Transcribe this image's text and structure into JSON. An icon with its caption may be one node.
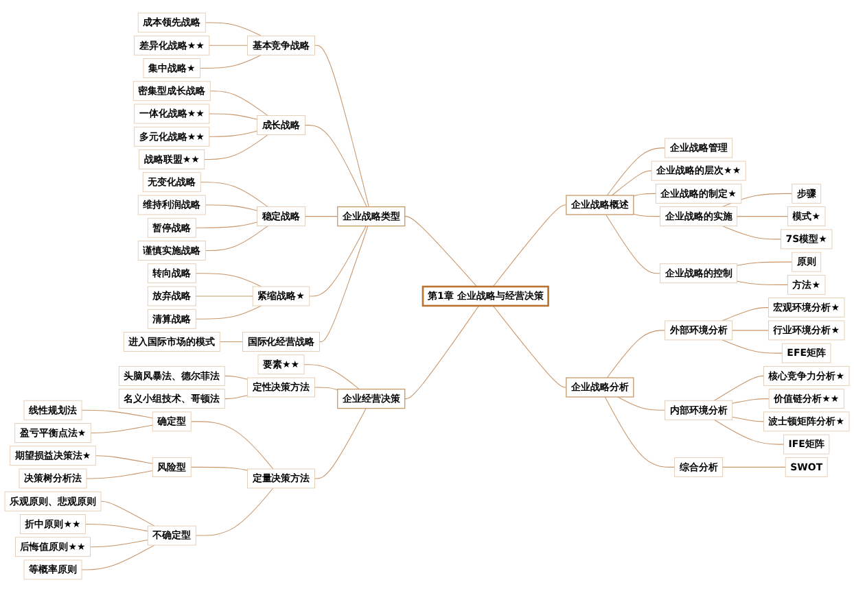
{
  "diagram": {
    "nodes": [
      {
        "text": [
          "第1章  企业战略与经营决策"
        ]
      },
      {
        "text": [
          "企业战略类型"
        ]
      },
      {
        "text": [
          "基本竞争战略"
        ]
      },
      {
        "text": [
          "成本领先战略"
        ]
      },
      {
        "text": [
          "差异化战略★★"
        ]
      },
      {
        "text": [
          "集中战略★"
        ]
      },
      {
        "text": [
          "成长战略"
        ]
      },
      {
        "text": [
          "密集型成长战略"
        ]
      },
      {
        "text": [
          "一体化战略★★"
        ]
      },
      {
        "text": [
          "多元化战略★★"
        ]
      },
      {
        "text": [
          "战略联盟★★"
        ]
      },
      {
        "text": [
          "稳定战略"
        ]
      },
      {
        "text": [
          "无变化战略"
        ]
      },
      {
        "text": [
          "维持利润战略"
        ]
      },
      {
        "text": [
          "暂停战略"
        ]
      },
      {
        "text": [
          "谨慎实施战略"
        ]
      },
      {
        "text": [
          "紧缩战略★"
        ]
      },
      {
        "text": [
          "转向战略"
        ]
      },
      {
        "text": [
          "放弃战略"
        ]
      },
      {
        "text": [
          "清算战略"
        ]
      },
      {
        "text": [
          "国际化经营战略"
        ]
      },
      {
        "text": [
          "进入国际市场的模式"
        ]
      },
      {
        "text": [
          "企业经营决策"
        ]
      },
      {
        "text": [
          "要素★★"
        ]
      },
      {
        "text": [
          "定性决策方法"
        ]
      },
      {
        "text": [
          "头脑风暴法、德尔菲法"
        ]
      },
      {
        "text": [
          "名义小组技术、哥顿法"
        ]
      },
      {
        "text": [
          "定量决策方法"
        ]
      },
      {
        "text": [
          "确定型"
        ]
      },
      {
        "text": [
          "线性规划法"
        ]
      },
      {
        "text": [
          "盈亏平衡点法★"
        ]
      },
      {
        "text": [
          "风险型"
        ]
      },
      {
        "text": [
          "期望损益决策法★"
        ]
      },
      {
        "text": [
          "决策树分析法"
        ]
      },
      {
        "text": [
          "不确定型"
        ]
      },
      {
        "text": [
          "乐观原则、悲观原则"
        ]
      },
      {
        "text": [
          "折中原则★★"
        ]
      },
      {
        "text": [
          "后悔值原则★★"
        ]
      },
      {
        "text": [
          "等概率原则"
        ]
      },
      {
        "text": [
          "企业战略概述"
        ]
      },
      {
        "text": [
          "企业战略管理"
        ]
      },
      {
        "text": [
          "企业战略的层次★★"
        ]
      },
      {
        "text": [
          "企业战略的制定★"
        ]
      },
      {
        "text": [
          "企业战略的实施"
        ]
      },
      {
        "text": [
          "步骤"
        ]
      },
      {
        "text": [
          "模式★"
        ]
      },
      {
        "text": [
          "7S模型★"
        ]
      },
      {
        "text": [
          "企业战略的控制"
        ]
      },
      {
        "text": [
          "原则"
        ]
      },
      {
        "text": [
          "方法★"
        ]
      },
      {
        "text": [
          "企业战略分析"
        ]
      },
      {
        "text": [
          "外部环境分析"
        ]
      },
      {
        "text": [
          "宏观环境分析★"
        ]
      },
      {
        "text": [
          "行业环境分析★"
        ]
      },
      {
        "text": [
          "EFE矩阵"
        ]
      },
      {
        "text": [
          "内部环境分析"
        ]
      },
      {
        "text": [
          "核心竞争力分析★"
        ]
      },
      {
        "text": [
          "价值链分析★★"
        ]
      },
      {
        "text": [
          "波士顿矩阵分析★"
        ]
      },
      {
        "text": [
          "IFE矩阵"
        ]
      },
      {
        "text": [
          "综合分析"
        ]
      },
      {
        "text": [
          "SWOT"
        ]
      }
    ],
    "edges": [
      {
        "from": 0,
        "to": 1,
        "arrow": "none"
      },
      {
        "from": 1,
        "to": 2,
        "arrow": "none"
      },
      {
        "from": 2,
        "to": 3,
        "arrow": "none"
      },
      {
        "from": 2,
        "to": 4,
        "arrow": "none"
      },
      {
        "from": 2,
        "to": 5,
        "arrow": "none"
      },
      {
        "from": 1,
        "to": 6,
        "arrow": "none"
      },
      {
        "from": 6,
        "to": 7,
        "arrow": "none"
      },
      {
        "from": 6,
        "to": 8,
        "arrow": "none"
      },
      {
        "from": 6,
        "to": 9,
        "arrow": "none"
      },
      {
        "from": 6,
        "to": 10,
        "arrow": "none"
      },
      {
        "from": 1,
        "to": 11,
        "arrow": "none"
      },
      {
        "from": 11,
        "to": 12,
        "arrow": "none"
      },
      {
        "from": 11,
        "to": 13,
        "arrow": "none"
      },
      {
        "from": 11,
        "to": 14,
        "arrow": "none"
      },
      {
        "from": 11,
        "to": 15,
        "arrow": "none"
      },
      {
        "from": 1,
        "to": 16,
        "arrow": "none"
      },
      {
        "from": 16,
        "to": 17,
        "arrow": "none"
      },
      {
        "from": 16,
        "to": 18,
        "arrow": "none"
      },
      {
        "from": 16,
        "to": 19,
        "arrow": "none"
      },
      {
        "from": 1,
        "to": 20,
        "arrow": "none"
      },
      {
        "from": 20,
        "to": 21,
        "arrow": "none"
      },
      {
        "from": 0,
        "to": 22,
        "arrow": "none"
      },
      {
        "from": 22,
        "to": 23,
        "arrow": "none"
      },
      {
        "from": 22,
        "to": 24,
        "arrow": "none"
      },
      {
        "from": 24,
        "to": 25,
        "arrow": "none"
      },
      {
        "from": 24,
        "to": 26,
        "arrow": "none"
      },
      {
        "from": 22,
        "to": 27,
        "arrow": "none"
      },
      {
        "from": 27,
        "to": 28,
        "arrow": "none"
      },
      {
        "from": 28,
        "to": 29,
        "arrow": "none"
      },
      {
        "from": 28,
        "to": 30,
        "arrow": "none"
      },
      {
        "from": 27,
        "to": 31,
        "arrow": "none"
      },
      {
        "from": 31,
        "to": 32,
        "arrow": "none"
      },
      {
        "from": 31,
        "to": 33,
        "arrow": "none"
      },
      {
        "from": 27,
        "to": 34,
        "arrow": "none"
      },
      {
        "from": 34,
        "to": 35,
        "arrow": "none"
      },
      {
        "from": 34,
        "to": 36,
        "arrow": "none"
      },
      {
        "from": 34,
        "to": 37,
        "arrow": "none"
      },
      {
        "from": 34,
        "to": 38,
        "arrow": "none"
      },
      {
        "from": 0,
        "to": 39,
        "arrow": "none"
      },
      {
        "from": 39,
        "to": 40,
        "arrow": "none"
      },
      {
        "from": 39,
        "to": 41,
        "arrow": "none"
      },
      {
        "from": 39,
        "to": 42,
        "arrow": "none"
      },
      {
        "from": 39,
        "to": 43,
        "arrow": "none"
      },
      {
        "from": 43,
        "to": 44,
        "arrow": "none"
      },
      {
        "from": 43,
        "to": 45,
        "arrow": "none"
      },
      {
        "from": 43,
        "to": 46,
        "arrow": "none"
      },
      {
        "from": 39,
        "to": 47,
        "arrow": "none"
      },
      {
        "from": 47,
        "to": 48,
        "arrow": "none"
      },
      {
        "from": 47,
        "to": 49,
        "arrow": "none"
      },
      {
        "from": 0,
        "to": 50,
        "arrow": "none"
      },
      {
        "from": 50,
        "to": 51,
        "arrow": "none"
      },
      {
        "from": 51,
        "to": 52,
        "arrow": "none"
      },
      {
        "from": 51,
        "to": 53,
        "arrow": "none"
      },
      {
        "from": 51,
        "to": 54,
        "arrow": "none"
      },
      {
        "from": 50,
        "to": 55,
        "arrow": "none"
      },
      {
        "from": 55,
        "to": 56,
        "arrow": "none"
      },
      {
        "from": 55,
        "to": 57,
        "arrow": "none"
      },
      {
        "from": 55,
        "to": 58,
        "arrow": "none"
      },
      {
        "from": 55,
        "to": 59,
        "arrow": "none"
      },
      {
        "from": 50,
        "to": 60,
        "arrow": "none"
      },
      {
        "from": 60,
        "to": 61,
        "arrow": "none"
      }
    ]
  }
}
